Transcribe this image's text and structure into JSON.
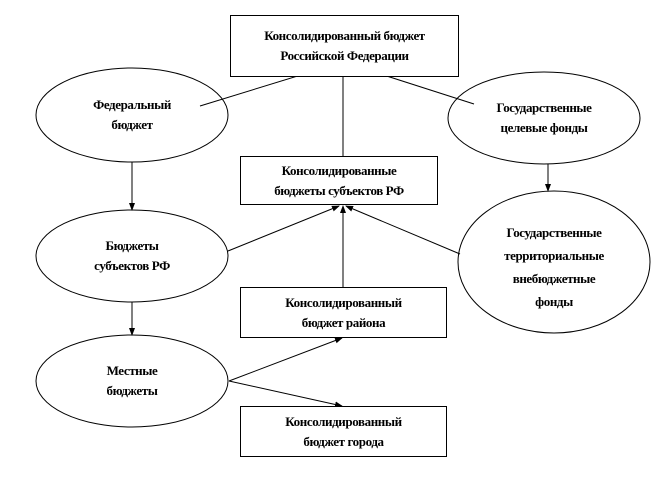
{
  "nodes": {
    "consolidated_rf": {
      "lines": [
        "Консолидированный бюджет",
        "Российской Федерации"
      ]
    },
    "federal": {
      "lines": [
        "Федеральный",
        "бюджет"
      ]
    },
    "target_funds": {
      "lines": [
        "Государственные",
        "целевые фонды"
      ]
    },
    "consolidated_subjects": {
      "lines": [
        "Консолидированные",
        "бюджеты субъектов РФ"
      ]
    },
    "subjects": {
      "lines": [
        "Бюджеты",
        "субъектов РФ"
      ]
    },
    "territorial_funds": {
      "lines": [
        "Государственные",
        "территориальные",
        "внебюджетные",
        "фонды"
      ]
    },
    "district": {
      "lines": [
        "Консолидированный",
        "бюджет района"
      ]
    },
    "local": {
      "lines": [
        "Местные",
        "бюджеты"
      ]
    },
    "city": {
      "lines": [
        "Консолидированный",
        "бюджет города"
      ]
    }
  }
}
